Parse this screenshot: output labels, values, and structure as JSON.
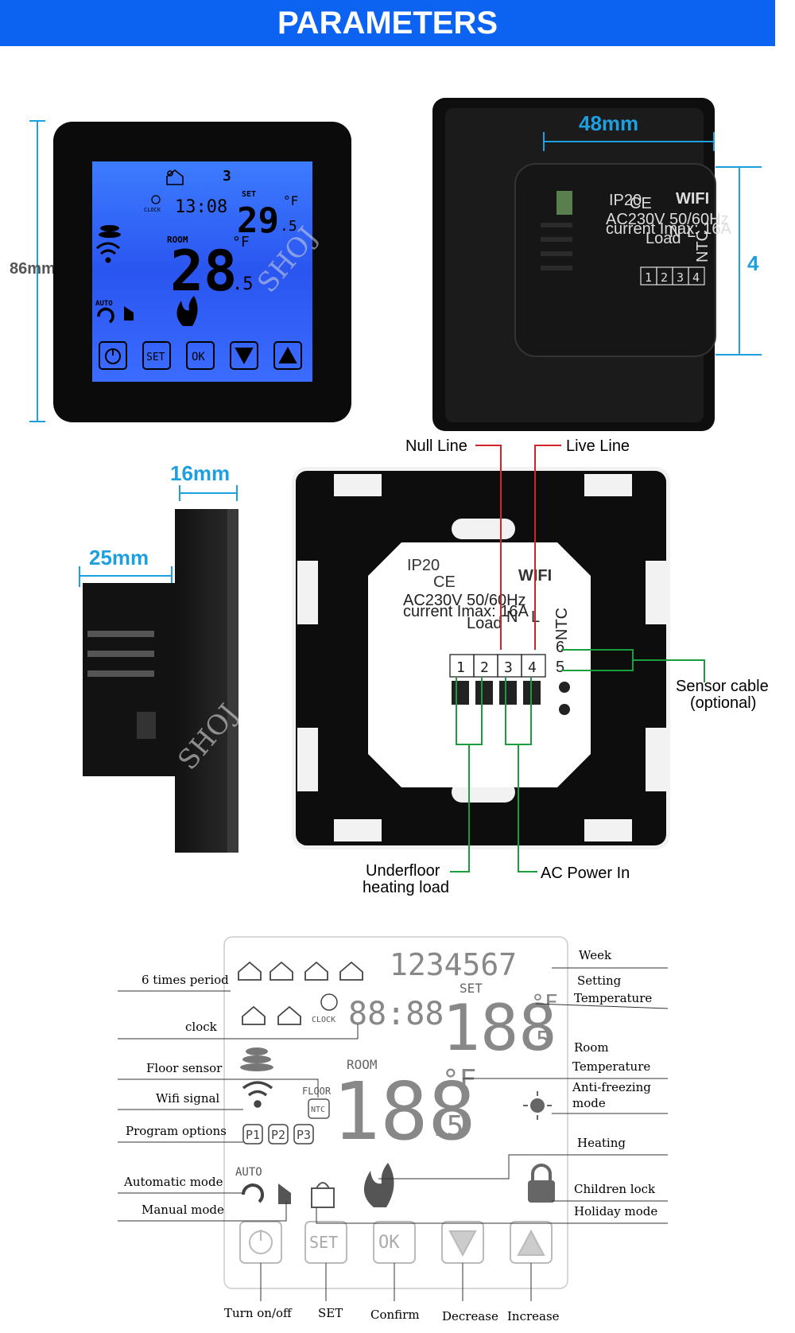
{
  "header": {
    "title": "PARAMETERS"
  },
  "dimensions": {
    "height": "86mm",
    "width": "48mm",
    "height_back": "4",
    "depth_front": "16mm",
    "depth_total": "25mm"
  },
  "front_lcd": {
    "week": "3",
    "clock_label": "CLOCK",
    "time": "13:08",
    "set_label": "SET",
    "set_temp": "29",
    "set_temp_dec": ".5",
    "unit": "°F",
    "room_label": "ROOM",
    "room_temp": "28",
    "room_temp_dec": ".5",
    "auto_label": "AUTO",
    "set_button": "SET",
    "ok_button": "OK"
  },
  "back_module": {
    "ip": "IP20",
    "ce": "CE",
    "wifi": "WIFI",
    "spec_line1": "AC230V 50/60Hz",
    "spec_line2": "current Imax: 16A",
    "load": "Load",
    "n": "N",
    "l": "L",
    "ntc": "NTC",
    "terminals": [
      "1",
      "2",
      "3",
      "4"
    ]
  },
  "wiring": {
    "ip": "IP20",
    "ce": "CE",
    "wifi": "WIFI",
    "spec_line1": "AC230V 50/60Hz",
    "spec_line2": "current Imax: 16A",
    "load": "Load",
    "n": "N",
    "l": "L",
    "ntc": "NTC",
    "pin6": "6",
    "pin5": "5",
    "terminals": [
      "1",
      "2",
      "3",
      "4"
    ],
    "null_line": "Null Line",
    "live_line": "Live Line",
    "sensor_cable_1": "Sensor cable",
    "sensor_cable_2": "(optional)",
    "underfloor_1": "Underfloor",
    "underfloor_2": "heating load",
    "ac_power": "AC Power In"
  },
  "watermark": "SHOJ",
  "lcd_legend": {
    "week_digits": "1234567",
    "set_label": "SET",
    "set_value": "188",
    "set_dec": ".5",
    "unit_f": "°F",
    "clock_label": "CLOCK",
    "clock_value": "88:88",
    "room_label": "ROOM",
    "room_value": "188",
    "room_dec": ".5",
    "floor_label": "FLOOR",
    "ntc": "NTC",
    "auto_label": "AUTO",
    "programs": [
      "P1",
      "P2",
      "P3"
    ],
    "set_button": "SET",
    "ok_button": "OK",
    "left_labels": [
      "6 times period",
      "clock",
      "Floor sensor",
      "Wifi signal",
      "Program options",
      "Automatic mode",
      "Manual mode"
    ],
    "right_labels": [
      "Week",
      "Setting",
      "Temperature",
      "Room",
      "Temperature",
      "Anti-freezing",
      "mode",
      "Heating",
      "Children lock",
      "Holiday mode"
    ],
    "bottom_labels": [
      "Turn on/off",
      "SET",
      "Confirm",
      "Decrease",
      "Increase"
    ]
  }
}
